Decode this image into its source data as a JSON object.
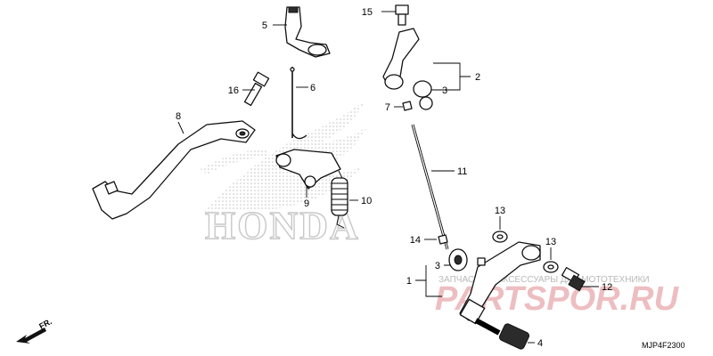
{
  "diagram": {
    "code": "MJP4F2300",
    "direction": "FR.",
    "brand_text": "HONDA",
    "watermark": {
      "logo": "PARTSPOR.RU",
      "subtitle": "ЗАПЧАСТИ И АКСЕССУАРЫ ДЛЯ МОТОТЕХНИКИ"
    },
    "callouts": [
      {
        "id": "c15",
        "num": "15"
      },
      {
        "id": "c5",
        "num": "5"
      },
      {
        "id": "c2",
        "num": "2"
      },
      {
        "id": "c3a",
        "num": "3"
      },
      {
        "id": "c16",
        "num": "16"
      },
      {
        "id": "c6",
        "num": "6"
      },
      {
        "id": "c7",
        "num": "7"
      },
      {
        "id": "c8",
        "num": "8"
      },
      {
        "id": "c11",
        "num": "11"
      },
      {
        "id": "c9",
        "num": "9"
      },
      {
        "id": "c10",
        "num": "10"
      },
      {
        "id": "c13a",
        "num": "13"
      },
      {
        "id": "c14",
        "num": "14"
      },
      {
        "id": "c13b",
        "num": "13"
      },
      {
        "id": "c3b",
        "num": "3"
      },
      {
        "id": "c1",
        "num": "1"
      },
      {
        "id": "c12",
        "num": "12"
      },
      {
        "id": "c4",
        "num": "4"
      }
    ]
  }
}
